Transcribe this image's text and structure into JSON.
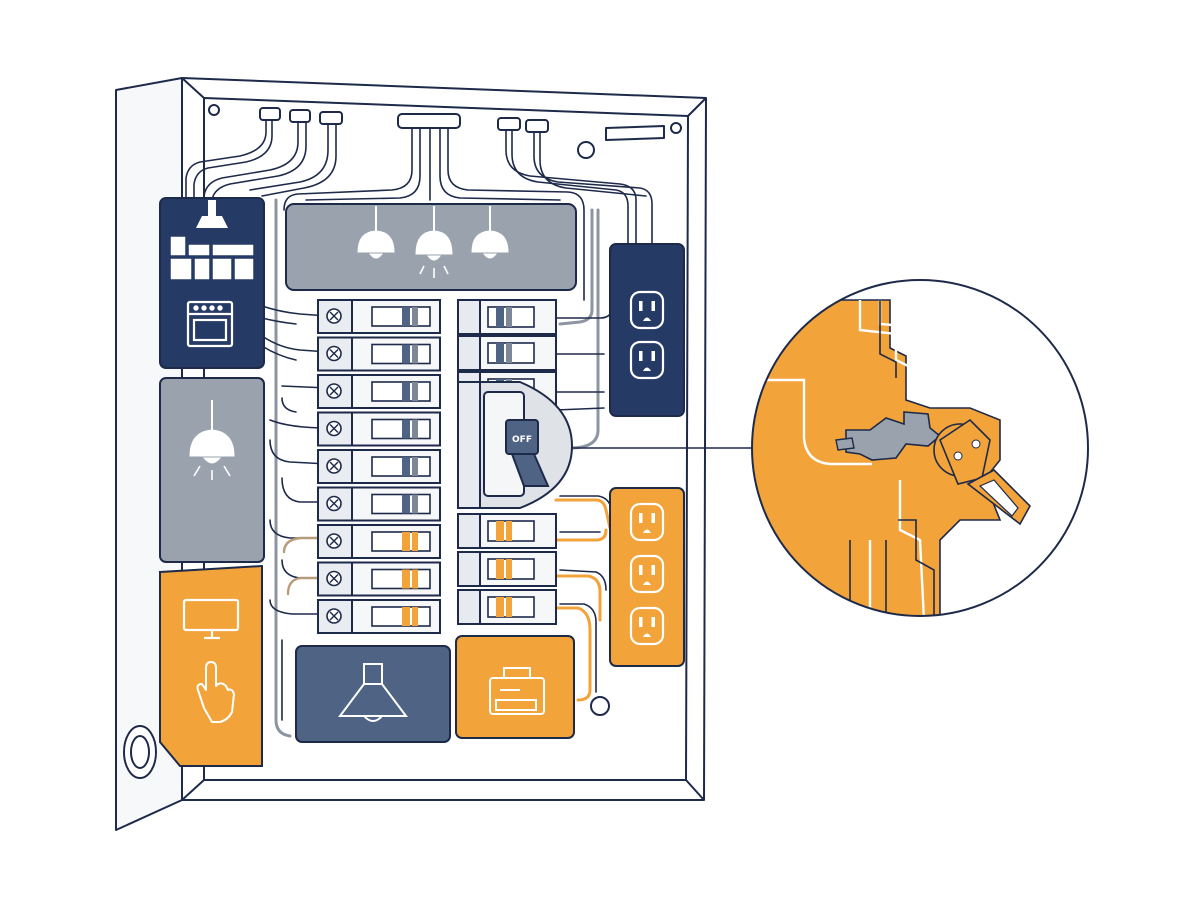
{
  "colors": {
    "outline": "#1e2a4a",
    "navy": "#263a66",
    "slate": "#4f6385",
    "gray": "#9aa3ad",
    "light_gray": "#dfe3e8",
    "orange": "#f2a33a",
    "white": "#ffffff"
  },
  "breaker_off_label": "OFF",
  "zones": {
    "kitchen": [
      "cabinet-icon",
      "range-hood-icon",
      "oven-icon"
    ],
    "lighting_left": [
      "pendant-lamp-icon"
    ],
    "living": [
      "tv-icon",
      "hand-pointer-icon"
    ],
    "lighting_top": [
      "pendant-lamp-icon",
      "pendant-lamp-icon",
      "pendant-lamp-icon"
    ],
    "receptacles_right": [
      "outlet-icon",
      "outlet-icon"
    ],
    "receptacles_orange": [
      "outlet-icon",
      "outlet-icon",
      "outlet-icon"
    ],
    "bottom_slate": [
      "range-hood-icon"
    ],
    "bottom_orange": [
      "toaster-icon"
    ]
  },
  "breakers": {
    "left_column": [
      "off",
      "off",
      "off",
      "off",
      "off",
      "off",
      "orange",
      "orange",
      "orange"
    ],
    "right_column": [
      "on",
      "on",
      "on",
      "tripped",
      "orange",
      "orange",
      "orange"
    ]
  },
  "zoom_detail": "breaker-trip-mechanism-icon"
}
